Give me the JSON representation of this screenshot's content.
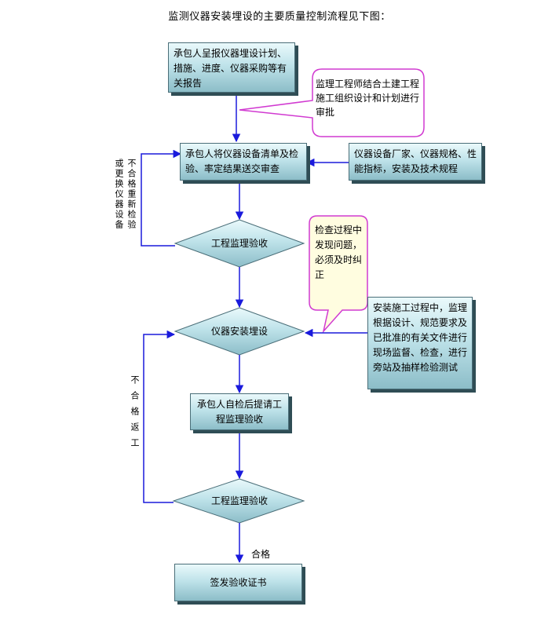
{
  "title": "监测仪器安装埋设的主要质量控制流程见下图：",
  "nodes": {
    "submit_plan": "承包人呈报仪器埋设计划、措施、进度、仪器采购等有关报告",
    "engineer_review": "监理工程师结合土建工程施工组织设计和计划进行审批",
    "submit_list": "承包人将仪器设备清单及检验、率定结果送交审查",
    "vendor_info": "仪器设备厂家、仪器规格、性能指标，安装及技术规程",
    "accept_1": "工程监理验收",
    "check_note": "检查过程中发现问题，必须及时纠正",
    "install": "仪器安装埋设",
    "supervision_note": "安装施工过程中，监理根据设计、规范要求及已批准的有关文件进行现场监督、检查，进行旁站及抽样检验测试",
    "self_check": "承包人自检后提请工程监理验收",
    "accept_2": "工程监理验收",
    "certificate": "签发验收证书"
  },
  "edge_labels": {
    "reject_1_col1": "不合格重新检验",
    "reject_1_col2": "或更换仪器设备",
    "reject_2": "不合格返工",
    "pass": "合格"
  },
  "colors": {
    "arrow": "#1a1adc",
    "callout_border": "#d13ad1",
    "callout_fill": "#fffde0",
    "box_border": "#4a6e78",
    "box_shadow": "#2f4d55"
  }
}
